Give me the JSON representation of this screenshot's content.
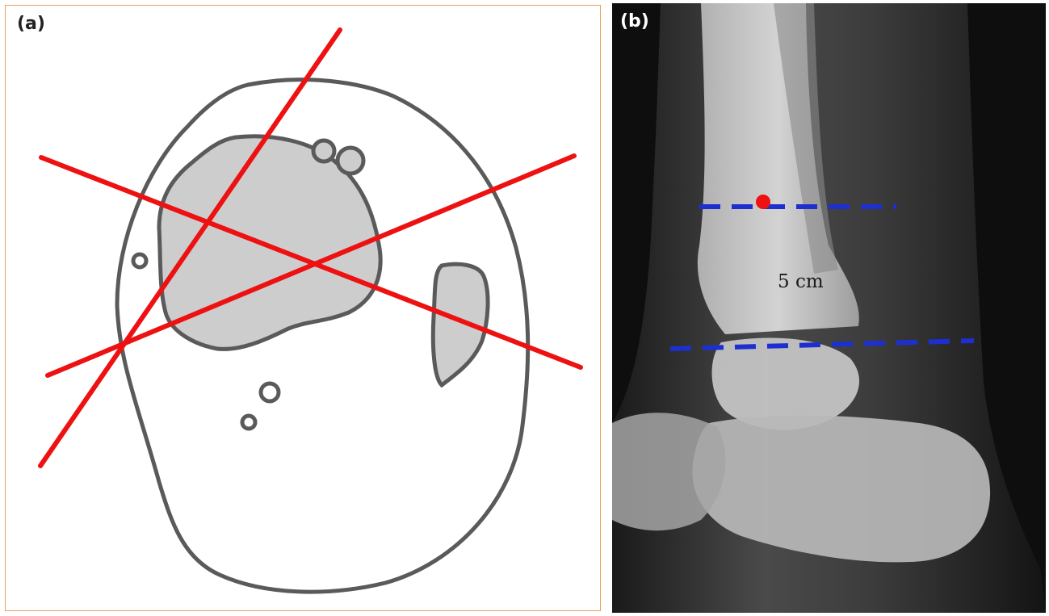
{
  "panels": {
    "a": {
      "label": "(a)"
    },
    "b": {
      "label": "(b)",
      "measurement": "5 cm"
    }
  },
  "colors": {
    "outline": "#5a5a5a",
    "bone_fill": "#cdcdcd",
    "cut_lines": "#ee1111",
    "guide_lines": "#1e2fd0",
    "marker": "#ee1111",
    "frame_border": "#e8a060"
  }
}
